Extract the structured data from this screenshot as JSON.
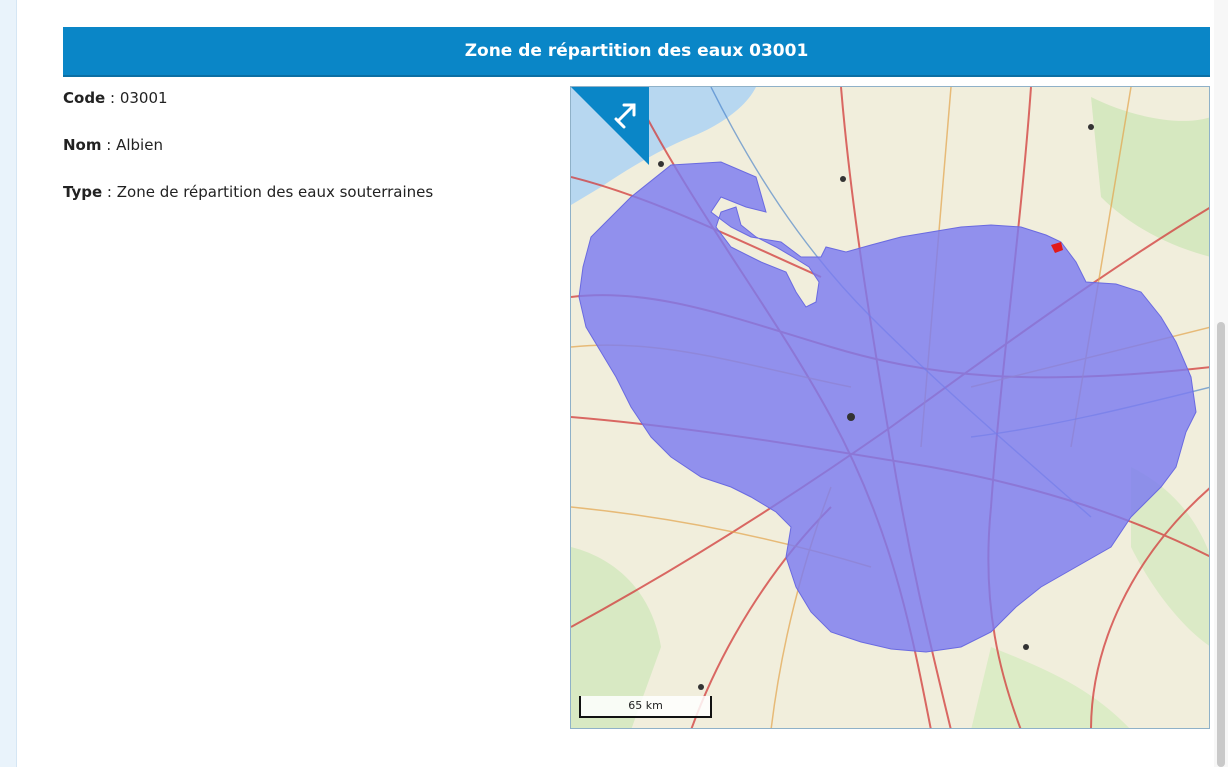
{
  "panel": {
    "title": "Zone de répartition des eaux 03001"
  },
  "properties": [
    {
      "label": "Code",
      "sep": " : ",
      "value": "03001"
    },
    {
      "label": "Nom",
      "sep": " : ",
      "value": "Albien"
    },
    {
      "label": "Type",
      "sep": " : ",
      "value": "Zone de répartition des eaux souterraines"
    }
  ],
  "map": {
    "scale_label": "65 km",
    "zone_color": "#7b7bf0",
    "header_color": "#0a86c7",
    "expand_icon": "expand-arrows-icon"
  }
}
